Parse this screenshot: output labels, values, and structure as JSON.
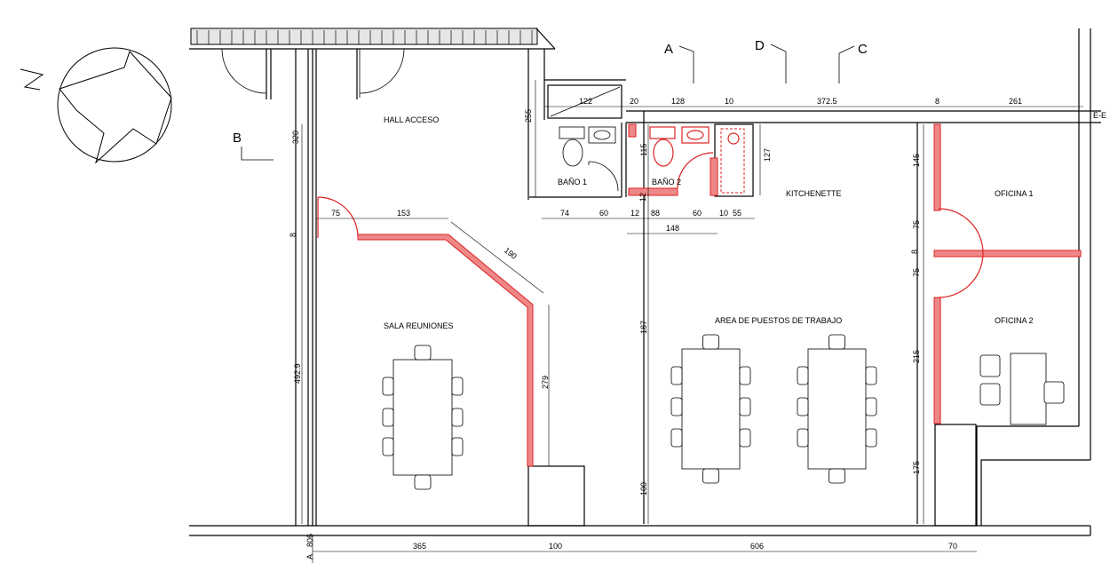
{
  "rooms": {
    "hall": "HALL ACCESO",
    "sala": "SALA REUNIONES",
    "area": "AREA DE PUESTOS DE TRABAJO",
    "kitchen": "KITCHENETTE",
    "bano1": "BAÑO 1",
    "bano2": "BAÑO 2",
    "oficina1": "OFICINA 1",
    "oficina2": "OFICINA 2"
  },
  "section_marks": {
    "a": "A",
    "b": "B",
    "c": "C",
    "d": "D",
    "ee": "E-E"
  },
  "compass": {
    "north": "N"
  },
  "dimensions": {
    "top": [
      "122",
      "20",
      "128",
      "10",
      "372.5",
      "8",
      "261"
    ],
    "mid": [
      "74",
      "60",
      "12",
      "88",
      "60",
      "10",
      "55",
      "148"
    ],
    "sala": [
      "75",
      "153",
      "190",
      "279"
    ],
    "vertical_left": [
      "320",
      "8",
      "492.9"
    ],
    "baths": [
      "255",
      "115",
      "127",
      "12"
    ],
    "area": [
      "187",
      "100"
    ],
    "right": [
      "145",
      "75",
      "8",
      "75",
      "215",
      "175"
    ],
    "bottom": [
      "806",
      "365",
      "100",
      "606",
      "70"
    ],
    "bottom_mark": "A"
  }
}
